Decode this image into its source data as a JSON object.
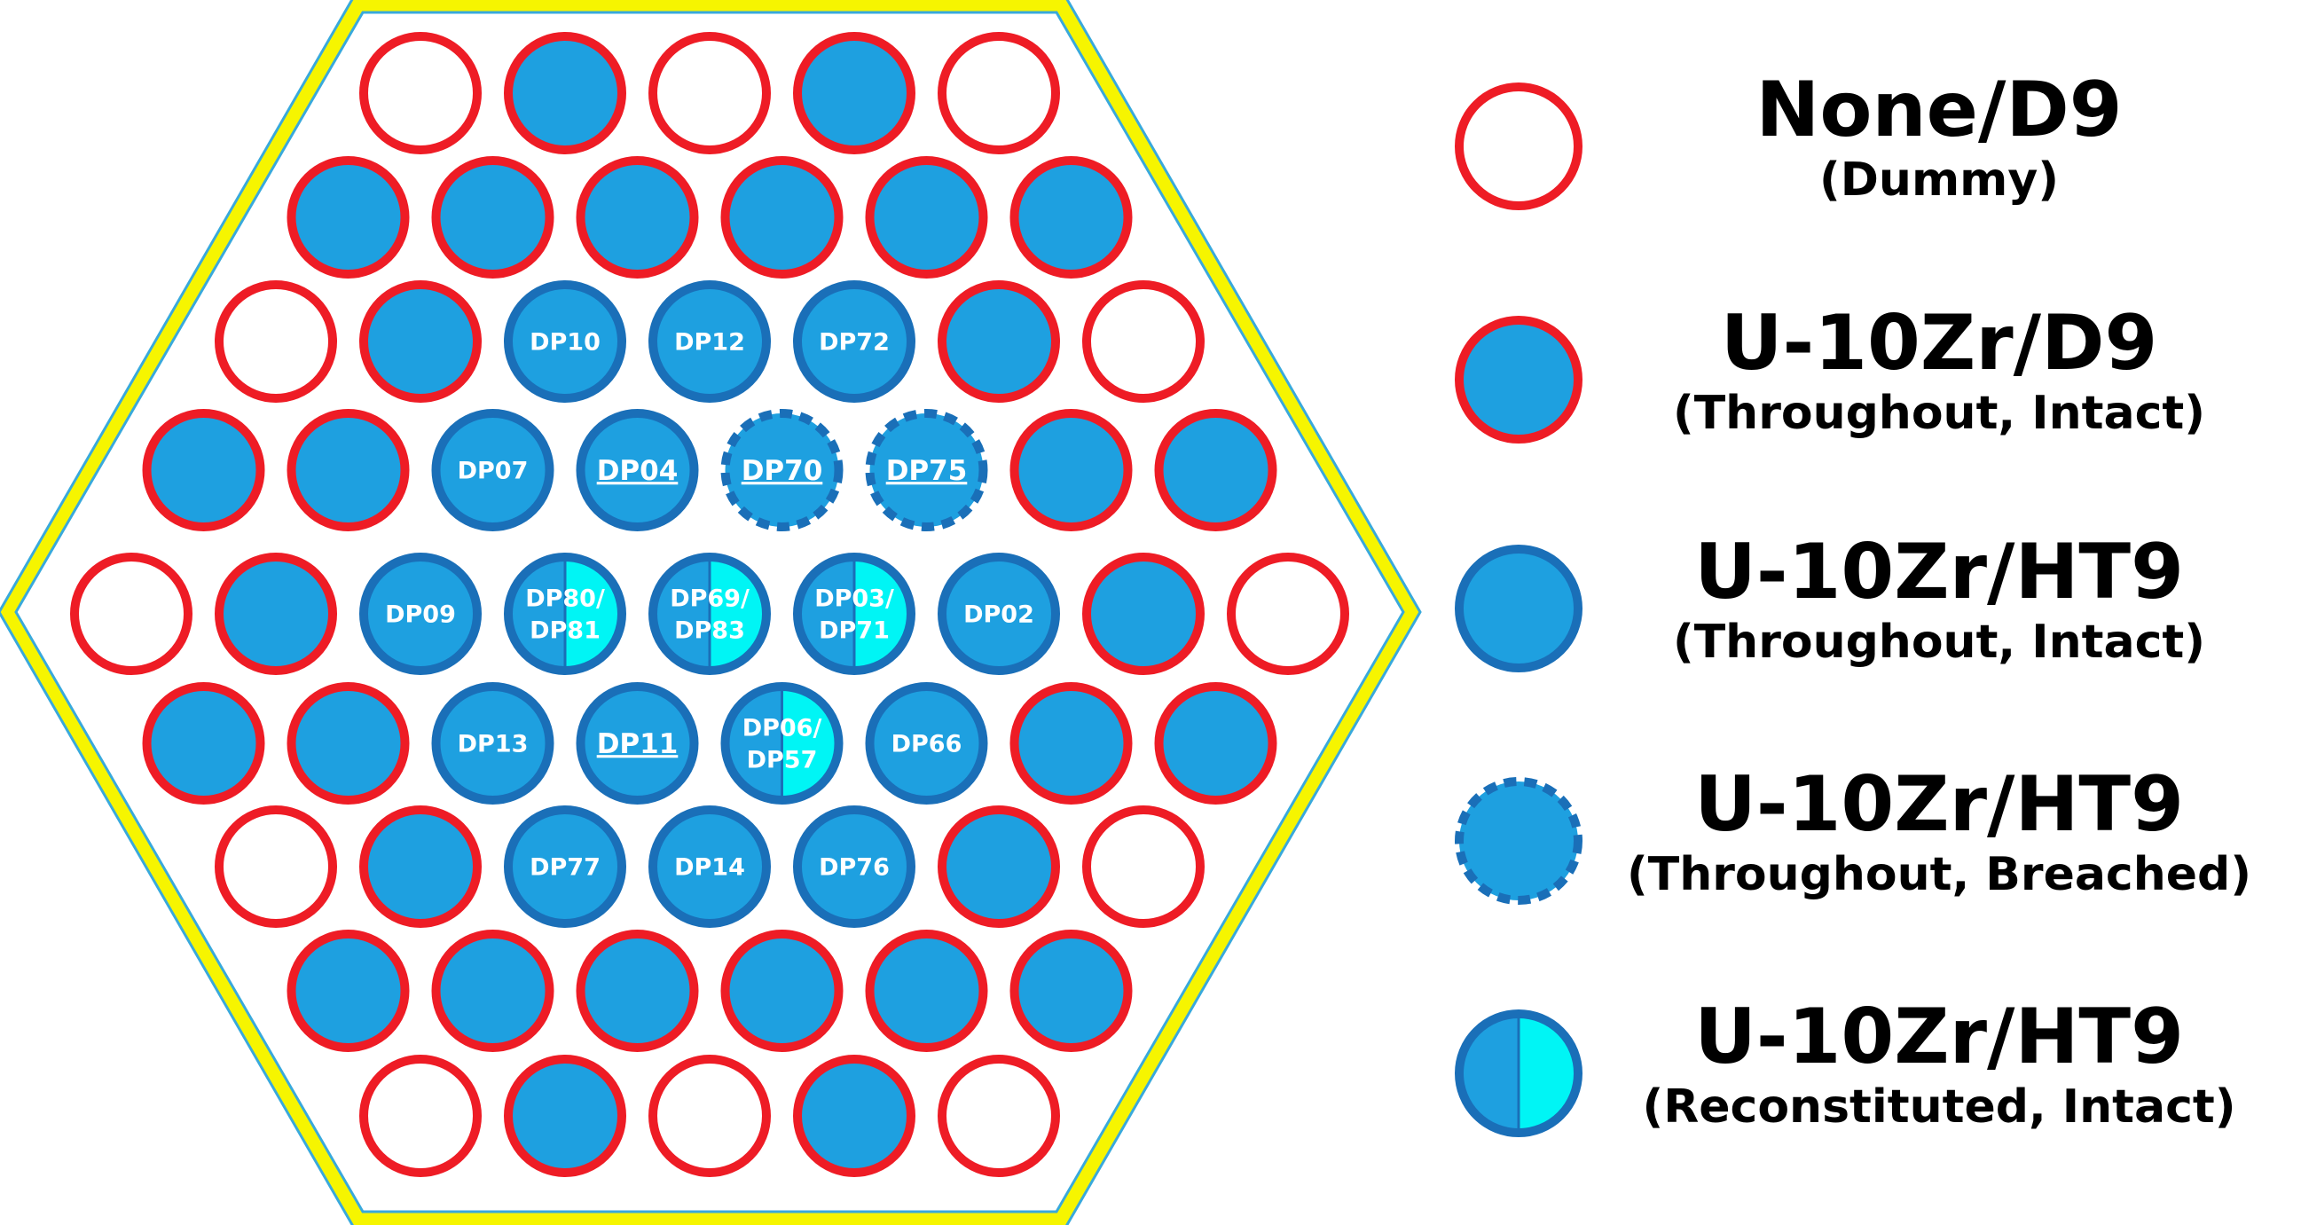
{
  "colors": {
    "fuel_fill": "#1ea0e0",
    "d9_clad": "#ee1c25",
    "ht9_clad": "#1a6fb8",
    "reconstituted_half": "#00f5f5",
    "duct_yellow": "#f6f500",
    "duct_blue": "#39a9dc",
    "background": "#ffffff"
  },
  "assembly": {
    "rows": [
      [
        "dummy",
        "d9",
        "dummy",
        "d9",
        "dummy"
      ],
      [
        "d9",
        "d9",
        "d9",
        "d9",
        "d9",
        "d9"
      ],
      [
        "dummy",
        "d9",
        "ht9",
        "ht9",
        "ht9",
        "d9",
        "dummy"
      ],
      [
        "d9",
        "d9",
        "ht9",
        "ht9",
        "breached",
        "breached",
        "d9",
        "d9"
      ],
      [
        "dummy",
        "d9",
        "ht9",
        "recon",
        "recon",
        "recon",
        "ht9",
        "d9",
        "dummy"
      ],
      [
        "d9",
        "d9",
        "ht9",
        "ht9",
        "recon",
        "ht9",
        "d9",
        "d9"
      ],
      [
        "dummy",
        "d9",
        "ht9",
        "ht9",
        "ht9",
        "d9",
        "dummy"
      ],
      [
        "d9",
        "d9",
        "d9",
        "d9",
        "d9",
        "d9"
      ],
      [
        "dummy",
        "d9",
        "dummy",
        "d9",
        "dummy"
      ]
    ],
    "labels": [
      [],
      [],
      [
        "",
        "",
        "DP10",
        "DP12",
        "DP72",
        "",
        ""
      ],
      [
        "",
        "",
        "DP07",
        "DP04",
        "DP70",
        "DP75",
        "",
        ""
      ],
      [
        "",
        "",
        "DP09",
        "DP80/\nDP81",
        "DP69/\nDP83",
        "DP03/\nDP71",
        "DP02",
        "",
        ""
      ],
      [
        "",
        "",
        "DP13",
        "DP11",
        "DP06/\nDP57",
        "DP66",
        "",
        ""
      ],
      [
        "",
        "",
        "DP77",
        "DP14",
        "DP76",
        "",
        ""
      ],
      [],
      []
    ],
    "underlined": [
      "DP04",
      "DP70",
      "DP75",
      "DP11"
    ]
  },
  "legend": [
    {
      "type": "dummy",
      "title": "None/D9",
      "subtitle": "(Dummy)"
    },
    {
      "type": "d9",
      "title": "U-10Zr/D9",
      "subtitle": "(Throughout, Intact)"
    },
    {
      "type": "ht9",
      "title": "U-10Zr/HT9",
      "subtitle": "(Throughout, Intact)"
    },
    {
      "type": "breached",
      "title": "U-10Zr/HT9",
      "subtitle": "(Throughout, Breached)"
    },
    {
      "type": "recon",
      "title": "U-10Zr/HT9",
      "subtitle": "(Reconstituted, Intact)"
    }
  ]
}
